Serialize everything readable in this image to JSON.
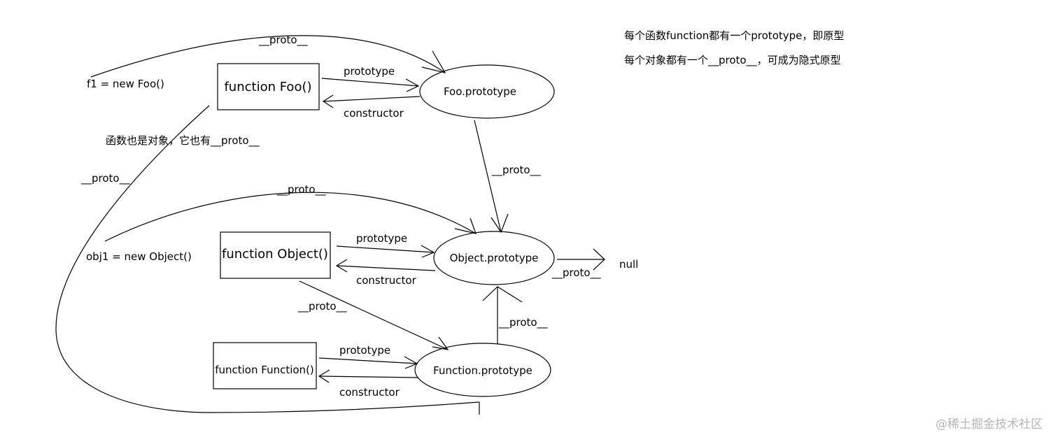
{
  "notes": {
    "line1": "每个函数function都有一个prototype，即原型",
    "line2": "每个对象都有一个__proto__，可成为隐式原型",
    "function_note": "函数也是对象，它也有__proto__"
  },
  "nodes": {
    "f1": "f1 = new Foo()",
    "obj1": "obj1 = new Object()",
    "foo_fn": "function Foo()",
    "object_fn": "function Object()",
    "function_fn": "function Function()",
    "foo_proto": "Foo.prototype",
    "object_proto": "Object.prototype",
    "function_proto": "Function.prototype",
    "null": "null"
  },
  "edge_labels": {
    "f1_proto": "__proto__",
    "foo_prototype": "prototype",
    "foo_constructor": "constructor",
    "foo_proto_proto": "__proto__",
    "foo_fn_proto": "__proto__",
    "obj1_proto": "__proto__",
    "object_prototype": "prototype",
    "object_constructor": "constructor",
    "object_fn_proto": "__proto__",
    "object_proto_null": "__proto__",
    "function_proto_proto": "__proto__",
    "function_prototype": "prototype",
    "function_constructor": "constructor"
  },
  "watermark": "@稀土掘金技术社区"
}
